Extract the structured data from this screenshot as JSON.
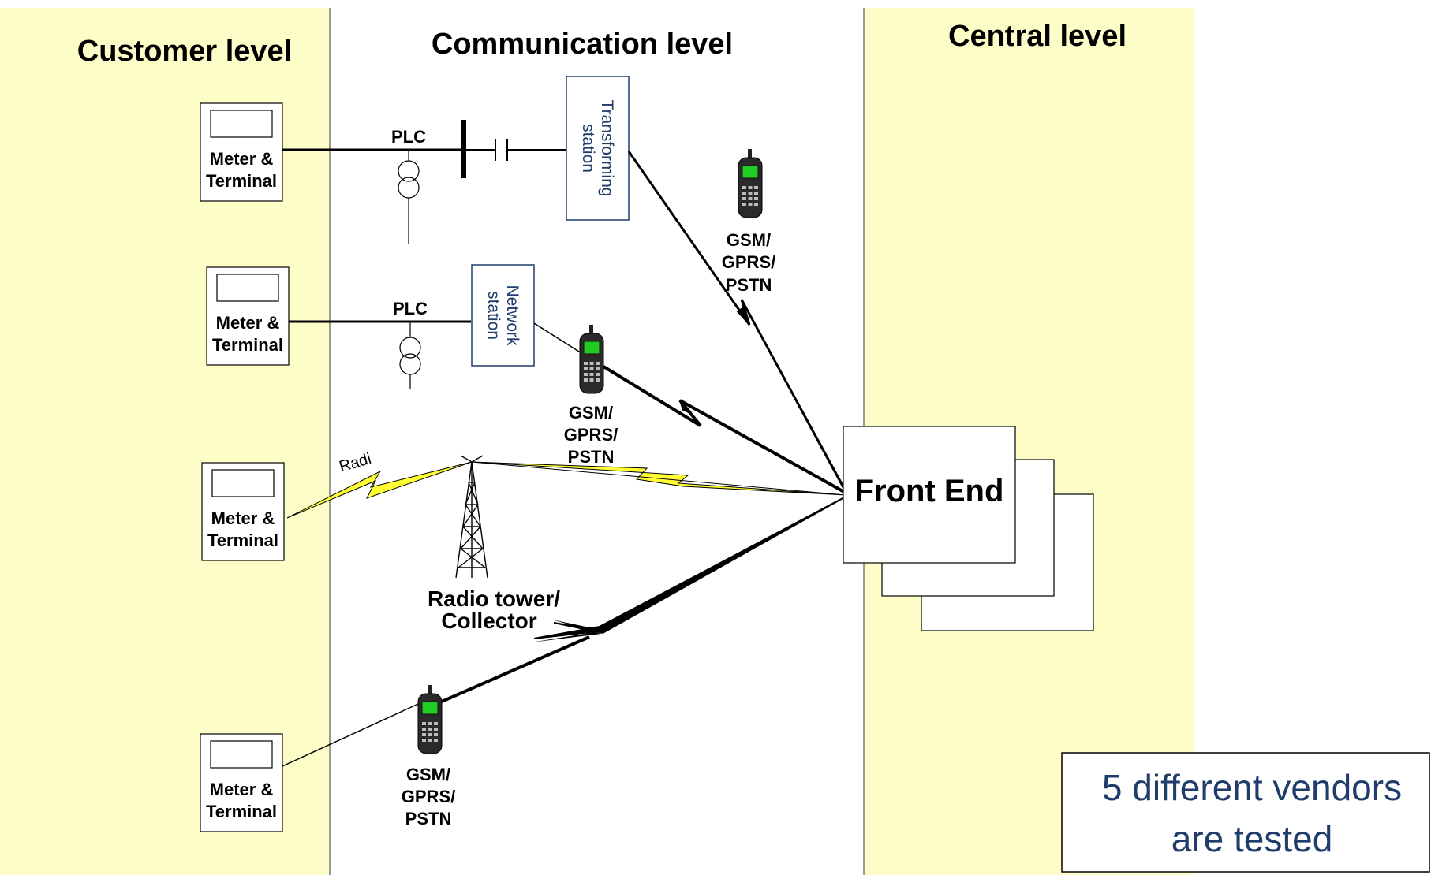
{
  "levels": {
    "customer": "Customer level",
    "communication": "Communication level",
    "central": "Central level"
  },
  "meters": [
    {
      "line1": "Meter &",
      "line2": "Terminal"
    },
    {
      "line1": "Meter &",
      "line2": "Terminal"
    },
    {
      "line1": "Meter &",
      "line2": "Terminal"
    },
    {
      "line1": "Meter &",
      "line2": "Terminal"
    }
  ],
  "plc_labels": [
    "PLC",
    "PLC"
  ],
  "transforming_station": {
    "line1": "Transforming",
    "line2": "station"
  },
  "network_station": {
    "line1": "Network",
    "line2": "station"
  },
  "gsm_labels": [
    {
      "l1": "GSM/",
      "l2": "GPRS/",
      "l3": "PSTN"
    },
    {
      "l1": "GSM/",
      "l2": "GPRS/",
      "l3": "PSTN"
    },
    {
      "l1": "GSM/",
      "l2": "GPRS/",
      "l3": "PSTN"
    }
  ],
  "radio_label": "Radi",
  "radio_tower": {
    "line1": "Radio tower/",
    "line2": "Collector"
  },
  "front_end": "Front End",
  "vendors_note": {
    "line1": "5 different vendors",
    "line2": "are tested"
  },
  "colors": {
    "panel": "#fdfdc8",
    "divider": "#7a7a7a",
    "station_border": "#1f3c6b",
    "station_text": "#1f3c6b",
    "radio_bolt": "#ffff33",
    "phone_screen": "#22cc22",
    "note_text": "#1f3c6b"
  }
}
